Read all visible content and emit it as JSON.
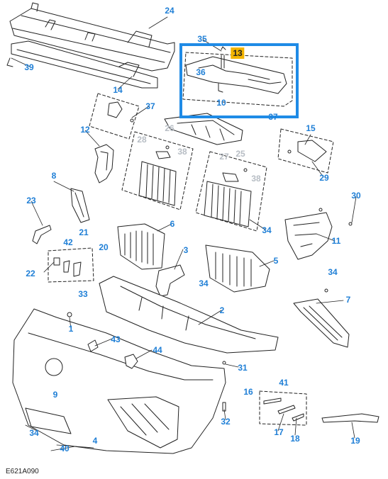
{
  "figure_code": "E621A090",
  "colors": {
    "callout": "#1f7fd6",
    "callout_grey": "#b7bdc4",
    "highlight_border": "#1f8be6",
    "highlight_fill": "#f3b400",
    "line": "#222222"
  },
  "callouts": [
    {
      "id": "24",
      "label": "24"
    },
    {
      "id": "39",
      "label": "39"
    },
    {
      "id": "14",
      "label": "14"
    },
    {
      "id": "35",
      "label": "35"
    },
    {
      "id": "13",
      "label": "13"
    },
    {
      "id": "36",
      "label": "36"
    },
    {
      "id": "10",
      "label": "10"
    },
    {
      "id": "37a",
      "label": "37"
    },
    {
      "id": "37b",
      "label": "37"
    },
    {
      "id": "12",
      "label": "12"
    },
    {
      "id": "26",
      "label": "26"
    },
    {
      "id": "15",
      "label": "15"
    },
    {
      "id": "28",
      "label": "28"
    },
    {
      "id": "38a",
      "label": "38"
    },
    {
      "id": "27",
      "label": "27"
    },
    {
      "id": "25",
      "label": "25"
    },
    {
      "id": "38b",
      "label": "38"
    },
    {
      "id": "29",
      "label": "29"
    },
    {
      "id": "8",
      "label": "8"
    },
    {
      "id": "23",
      "label": "23"
    },
    {
      "id": "30",
      "label": "30"
    },
    {
      "id": "6",
      "label": "6"
    },
    {
      "id": "34a",
      "label": "34"
    },
    {
      "id": "11",
      "label": "11"
    },
    {
      "id": "21",
      "label": "21"
    },
    {
      "id": "42",
      "label": "42"
    },
    {
      "id": "20",
      "label": "20"
    },
    {
      "id": "3",
      "label": "3"
    },
    {
      "id": "5",
      "label": "5"
    },
    {
      "id": "22",
      "label": "22"
    },
    {
      "id": "34b",
      "label": "34"
    },
    {
      "id": "34c",
      "label": "34"
    },
    {
      "id": "33",
      "label": "33"
    },
    {
      "id": "7",
      "label": "7"
    },
    {
      "id": "2",
      "label": "2"
    },
    {
      "id": "1",
      "label": "1"
    },
    {
      "id": "43",
      "label": "43"
    },
    {
      "id": "44",
      "label": "44"
    },
    {
      "id": "31",
      "label": "31"
    },
    {
      "id": "41",
      "label": "41"
    },
    {
      "id": "16",
      "label": "16"
    },
    {
      "id": "9",
      "label": "9"
    },
    {
      "id": "32",
      "label": "32"
    },
    {
      "id": "34d",
      "label": "34"
    },
    {
      "id": "17",
      "label": "17"
    },
    {
      "id": "19",
      "label": "19"
    },
    {
      "id": "18",
      "label": "18"
    },
    {
      "id": "40",
      "label": "40"
    },
    {
      "id": "4",
      "label": "4"
    }
  ]
}
